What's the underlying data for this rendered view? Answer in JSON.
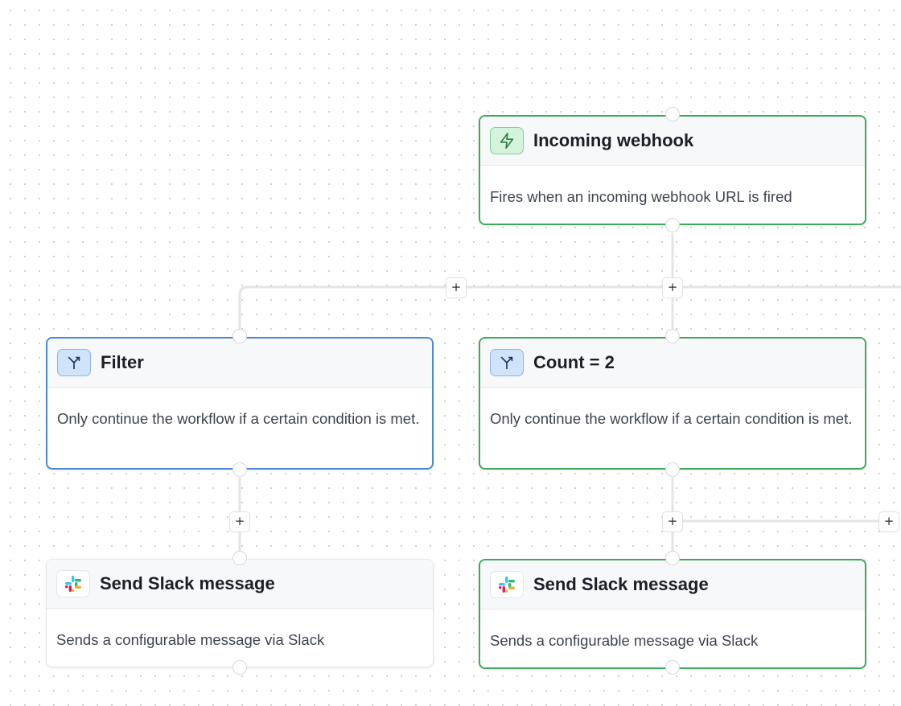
{
  "workflow": {
    "nodes": {
      "webhook": {
        "title": "Incoming webhook",
        "description": "Fires when an incoming webhook URL is fired",
        "icon": "lightning-icon",
        "state": "selected"
      },
      "filter": {
        "title": "Filter",
        "description": "Only continue the workflow if a certain condition is met.",
        "icon": "branch-icon",
        "state": "selected"
      },
      "count": {
        "title": "Count = 2",
        "description": "Only continue the workflow if a certain condition is met.",
        "icon": "branch-icon",
        "state": "selected"
      },
      "slack_left": {
        "title": "Send Slack message",
        "description": "Sends a configurable message via Slack",
        "icon": "slack-icon",
        "state": "default"
      },
      "slack_right": {
        "title": "Send Slack message",
        "description": "Sends a configurable message via Slack",
        "icon": "slack-icon",
        "state": "selected"
      }
    },
    "add_step_label": "+"
  },
  "colors": {
    "selected_green": "#3ea95a",
    "selected_blue": "#4a88d6",
    "edge": "#e2e4e7",
    "canvas_dot": "#c9ccd1"
  }
}
